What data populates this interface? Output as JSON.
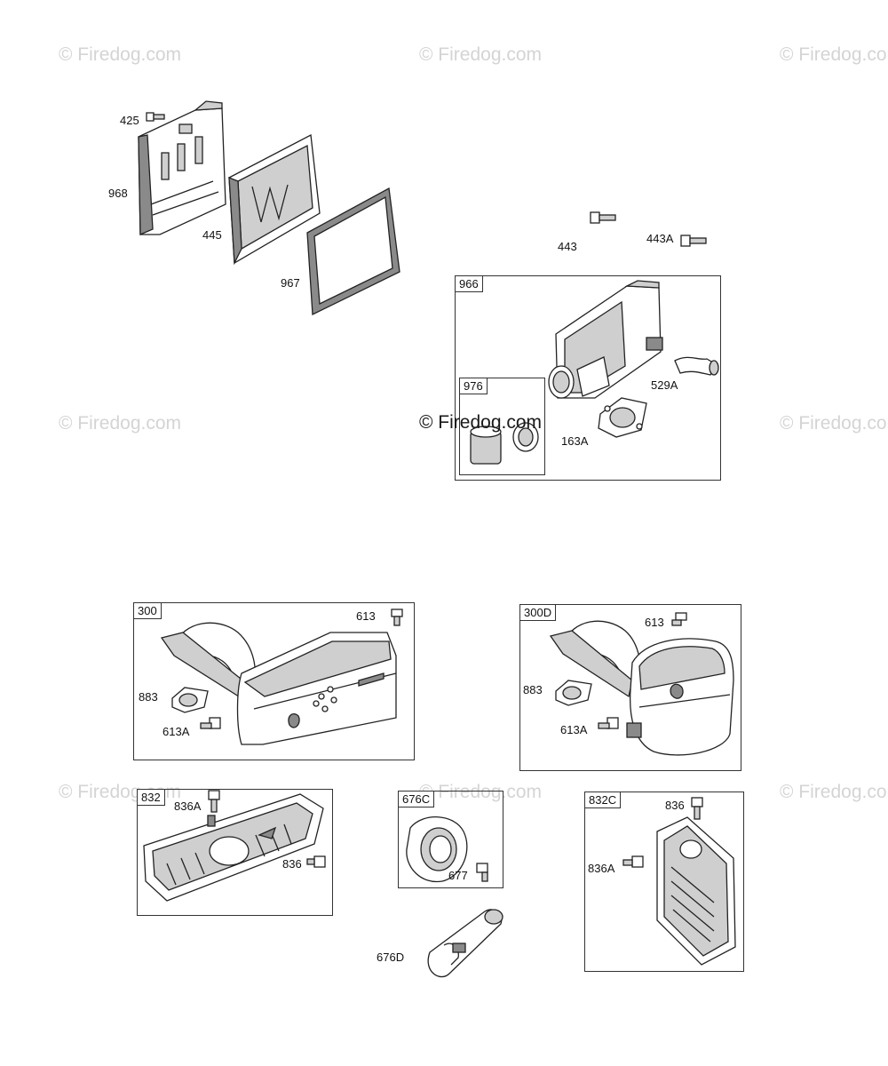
{
  "watermark": "© Firedog.com",
  "parts": {
    "p425": "425",
    "p968": "968",
    "p445": "445",
    "p967": "967",
    "p443": "443",
    "p443A": "443A",
    "p966": "966",
    "p529A": "529A",
    "p976": "976",
    "p163A": "163A",
    "p300": "300",
    "p613_a": "613",
    "p883_a": "883",
    "p613A_a": "613A",
    "p300D": "300D",
    "p613_b": "613",
    "p883_b": "883",
    "p613A_b": "613A",
    "p832": "832",
    "p836A_a": "836A",
    "p836_a": "836",
    "p676C": "676C",
    "p677": "677",
    "p676D": "676D",
    "p832C": "832C",
    "p836_b": "836",
    "p836A_b": "836A"
  }
}
